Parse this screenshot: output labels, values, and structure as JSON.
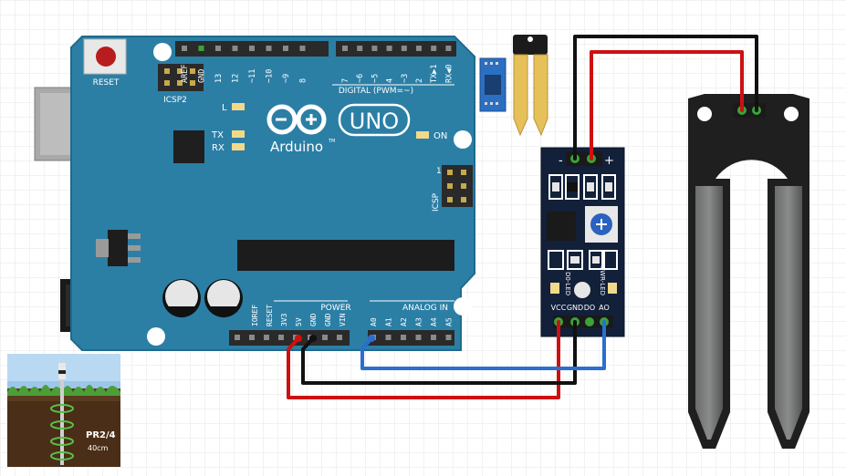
{
  "arduino": {
    "logo_text": "Arduino",
    "model_text": "UNO",
    "tm": "TM",
    "reset_label": "RESET",
    "icsp2_label": "ICSP2",
    "icsp_label": "ICSP",
    "icsp_num": "1",
    "led_l": "L",
    "led_tx": "TX",
    "led_rx": "RX",
    "led_on": "ON",
    "digital_label": "DIGITAL (PWM=~)",
    "digital_pins": [
      "AREF",
      "GND",
      "13",
      "12",
      "~11",
      "~10",
      "~9",
      "8",
      "7",
      "~6",
      "~5",
      "4",
      "~3",
      "2",
      "TX▶1",
      "RX◀0"
    ],
    "power_label": "POWER",
    "power_pins": [
      "IOREF",
      "RESET",
      "3V3",
      "5V",
      "GND",
      "GND",
      "VIN"
    ],
    "analog_label": "ANALOG IN",
    "analog_pins": [
      "A0",
      "A1",
      "A2",
      "A3",
      "A4",
      "A5"
    ]
  },
  "module": {
    "minus": "-",
    "plus": "+",
    "led_d0": "D0-LED",
    "led_pwr": "PWR-LED",
    "pins": [
      "VCC",
      "GND",
      "DO",
      "AO"
    ]
  },
  "photo": {
    "label": "PR2/4",
    "sublabel": "40cm"
  },
  "colors": {
    "board": "#2b7fa5",
    "wire_red": "#cc1111",
    "wire_black": "#111111",
    "wire_blue": "#2a6fd0",
    "module": "#12203a"
  }
}
